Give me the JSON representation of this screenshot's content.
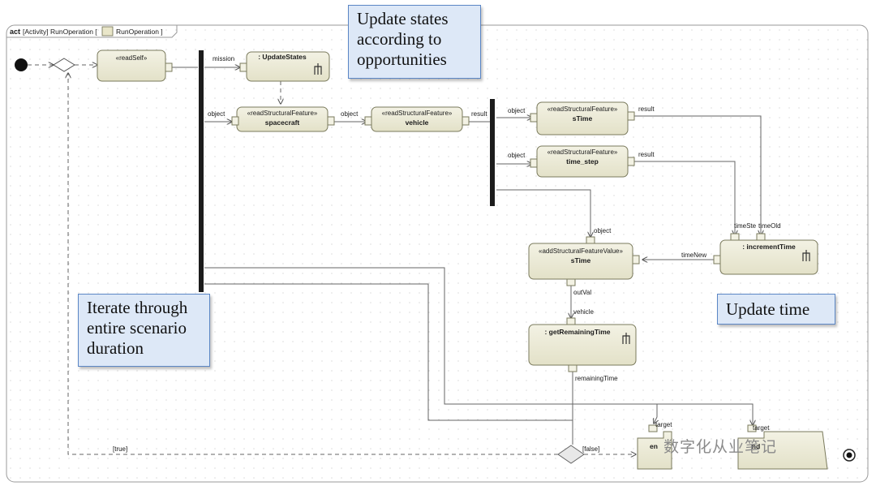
{
  "frame": {
    "kind": "act",
    "title": "[Activity] RunOperation [",
    "ref": "RunOperation ]"
  },
  "callouts": {
    "update_states": "Update states according to opportunities",
    "iterate": "Iterate through entire scenario duration",
    "update_time": "Update time"
  },
  "actions": {
    "read_self": {
      "stereotype": "«readSelf»",
      "name": ""
    },
    "update_states": {
      "stereotype": "",
      "name": ": UpdateStates"
    },
    "read_spacecraft": {
      "stereotype": "«readStructuralFeature»",
      "name": "spacecraft"
    },
    "read_vehicle": {
      "stereotype": "«readStructuralFeature»",
      "name": "vehicle"
    },
    "read_stime": {
      "stereotype": "«readStructuralFeature»",
      "name": "sTime"
    },
    "read_time_step": {
      "stereotype": "«readStructuralFeature»",
      "name": "time_step"
    },
    "add_stime": {
      "stereotype": "«addStructuralFeatureValue»",
      "name": "sTime"
    },
    "increment_time": {
      "stereotype": "",
      "name": ": incrementTime"
    },
    "get_remaining_time": {
      "stereotype": "",
      "name": ": getRemainingTime"
    },
    "end_left": {
      "stereotype": "",
      "name": "en"
    },
    "end_right": {
      "stereotype": "",
      "name": "nd"
    }
  },
  "pin_labels": {
    "mission": "mission",
    "object_spacecraft": "object",
    "object_vehicle": "object",
    "result_vehicle": "result",
    "object_stime": "object",
    "result_stime": "result",
    "object_time_step": "object",
    "result_time_step": "result",
    "object_add": "object",
    "time_step_in": "timeSte",
    "time_old_in": "timeOld",
    "time_new": "timeNew",
    "out_val": "outVal",
    "vehicle_in": "vehicle",
    "remaining_time": "remainingTime",
    "target_left": "target",
    "target_right": "target"
  },
  "guards": {
    "true": "[true]",
    "false": "[false]"
  },
  "watermark": "数字化从业笔记",
  "colors": {
    "action_fill": "#ecebd9",
    "action_stroke": "#7a7a5c",
    "callout_fill": "#dde8f7",
    "callout_border": "#5b86c5",
    "fork_bar": "#1c1c1c"
  }
}
